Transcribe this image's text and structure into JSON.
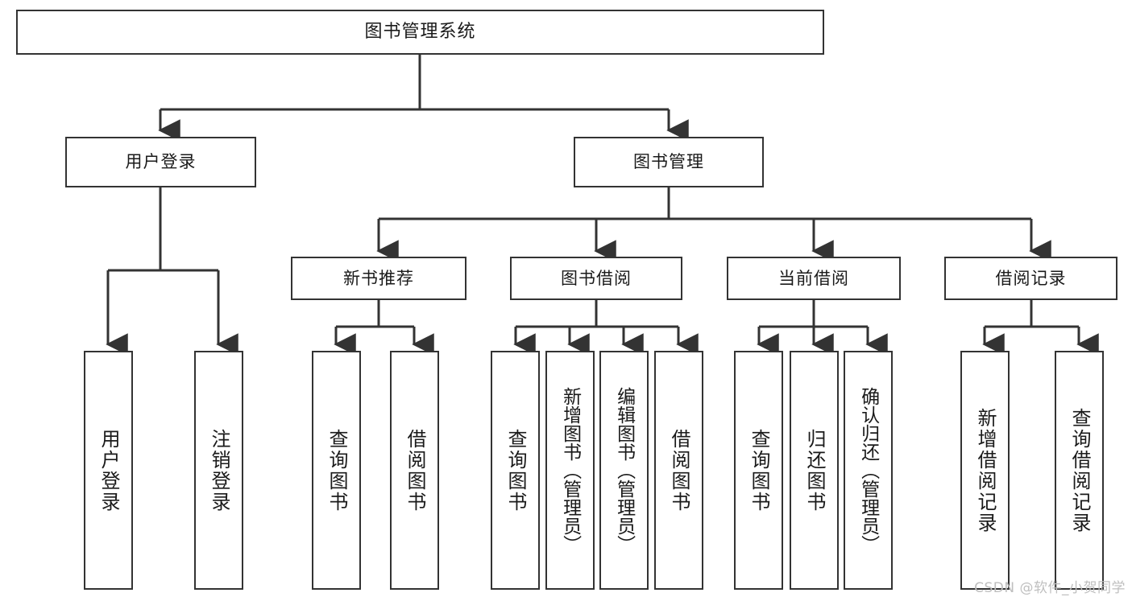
{
  "diagram": {
    "type": "tree",
    "title": "图书管理系统",
    "orientation": "top-down",
    "line_color": "#333333",
    "box_fill": "#ffffff",
    "text_color": "#1a1a1a",
    "root": {
      "label": "图书管理系统"
    },
    "level2": [
      {
        "label": "用户登录"
      },
      {
        "label": "图书管理"
      }
    ],
    "level3": [
      {
        "label": "新书推荐"
      },
      {
        "label": "图书借阅"
      },
      {
        "label": "当前借阅"
      },
      {
        "label": "借阅记录"
      }
    ],
    "leaves": {
      "user_login": [
        {
          "label": "用户登录"
        },
        {
          "label": "注销登录"
        }
      ],
      "new_book_recommend": [
        {
          "label": "查询图书"
        },
        {
          "label": "借阅图书"
        }
      ],
      "book_borrow": [
        {
          "label": "查询图书"
        },
        {
          "label": "新增图书（管理员）"
        },
        {
          "label": "编辑图书（管理员）"
        },
        {
          "label": "借阅图书"
        }
      ],
      "current_borrow": [
        {
          "label": "查询图书"
        },
        {
          "label": "归还图书"
        },
        {
          "label": "确认归还（管理员）"
        }
      ],
      "borrow_record": [
        {
          "label": "新增借阅记录"
        },
        {
          "label": "查询借阅记录"
        }
      ]
    }
  },
  "watermark": {
    "text": "CSDN @软件_小贺同学",
    "color": "#bfbfbf"
  }
}
